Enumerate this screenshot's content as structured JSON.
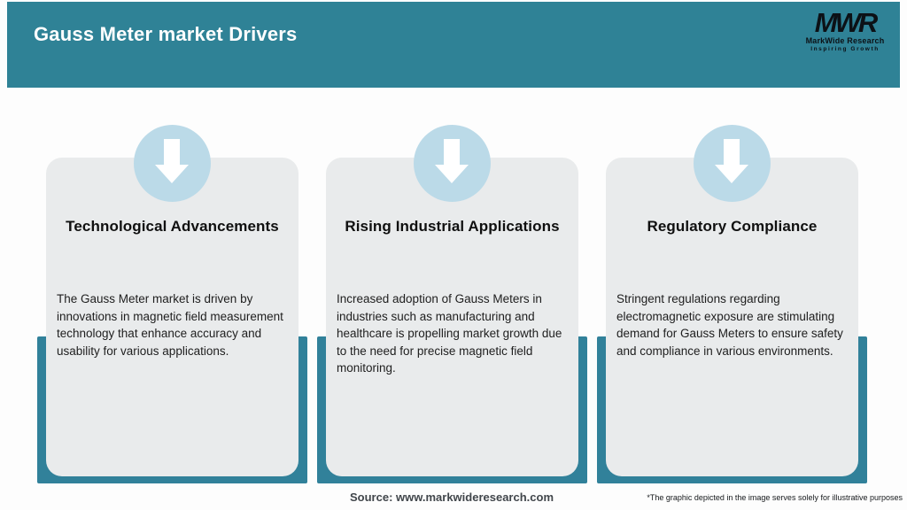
{
  "header": {
    "title": "Gauss Meter market Drivers",
    "logo": {
      "monogram": "MWR",
      "name": "MarkWide Research",
      "tagline": "Inspiring Growth"
    }
  },
  "cards": [
    {
      "title": "Technological Advancements",
      "description": "The Gauss Meter market is driven by innovations in magnetic field measurement technology that enhance accuracy and usability for various applications."
    },
    {
      "title": "Rising Industrial Applications",
      "description": "Increased adoption of Gauss Meters in industries such as manufacturing and healthcare is propelling market growth due to the need for precise magnetic field monitoring."
    },
    {
      "title": "Regulatory Compliance",
      "description": "Stringent regulations regarding electromagnetic exposure are stimulating demand for Gauss Meters to ensure safety and compliance in various environments."
    }
  ],
  "footer": {
    "source": "Source: www.markwideresearch.com",
    "disclaimer": "*The graphic depicted in the image serves solely for illustrative purposes"
  },
  "colors": {
    "header_teal": "#2f8296",
    "backdrop_teal": "#31819a",
    "badge_blue": "#bbdae8",
    "card_gray": "#e9ebec",
    "title_white": "#ffffff"
  },
  "icons": [
    "down-arrow-icon",
    "down-arrow-icon",
    "down-arrow-icon"
  ]
}
